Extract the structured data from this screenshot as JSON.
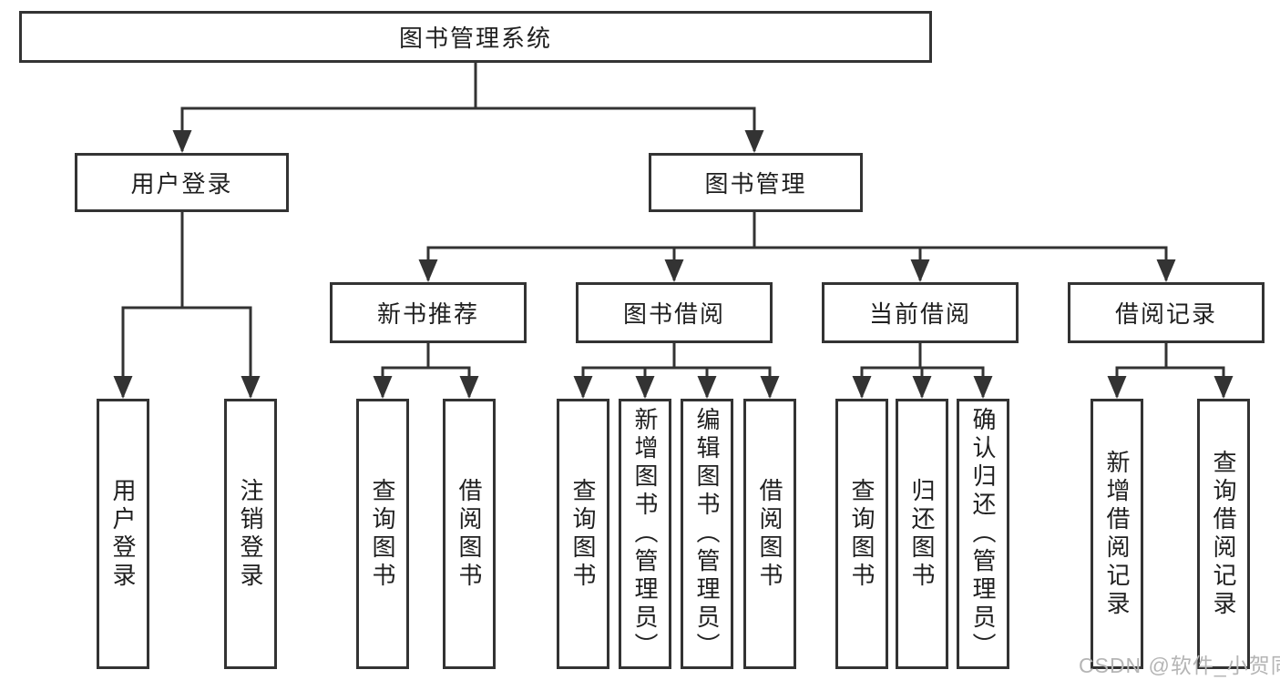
{
  "diagram": {
    "type": "hierarchy-structure-chart",
    "title": "图书管理系统",
    "watermark": "CSDN @软件_小贺同学",
    "colors": {
      "line": "#333333",
      "box_border": "#333333",
      "box_fill": "#ffffff",
      "text": "#1f1f1f",
      "watermark": "#b5b5b5",
      "background": "#ffffff"
    }
  },
  "nodes": {
    "root": {
      "label": "图书管理系统"
    },
    "level2": {
      "user_login": {
        "label": "用户登录"
      },
      "book_mgmt": {
        "label": "图书管理"
      }
    },
    "level3": {
      "new_books": {
        "label": "新书推荐"
      },
      "book_borrow": {
        "label": "图书借阅"
      },
      "current_borrow": {
        "label": "当前借阅"
      },
      "borrow_records": {
        "label": "借阅记录"
      }
    },
    "leaves": {
      "login_1": {
        "label": "用户登录"
      },
      "login_2": {
        "label": "注销登录"
      },
      "new_books_1": {
        "label": "查询图书"
      },
      "new_books_2": {
        "label": "借阅图书"
      },
      "book_borrow_1": {
        "label": "查询图书"
      },
      "book_borrow_2": {
        "label": "新增图书（管理员）"
      },
      "book_borrow_3": {
        "label": "编辑图书（管理员）"
      },
      "book_borrow_4": {
        "label": "借阅图书"
      },
      "current_borrow_1": {
        "label": "查询图书"
      },
      "current_borrow_2": {
        "label": "归还图书"
      },
      "current_borrow_3": {
        "label": "确认归还（管理员）"
      },
      "borrow_records_1": {
        "label": "新增借阅记录"
      },
      "borrow_records_2": {
        "label": "查询借阅记录"
      }
    }
  },
  "hierarchy": {
    "图书管理系统": {
      "用户登录": [
        "用户登录",
        "注销登录"
      ],
      "图书管理": {
        "新书推荐": [
          "查询图书",
          "借阅图书"
        ],
        "图书借阅": [
          "查询图书",
          "新增图书（管理员）",
          "编辑图书（管理员）",
          "借阅图书"
        ],
        "当前借阅": [
          "查询图书",
          "归还图书",
          "确认归还（管理员）"
        ],
        "借阅记录": [
          "新增借阅记录",
          "查询借阅记录"
        ]
      }
    }
  }
}
